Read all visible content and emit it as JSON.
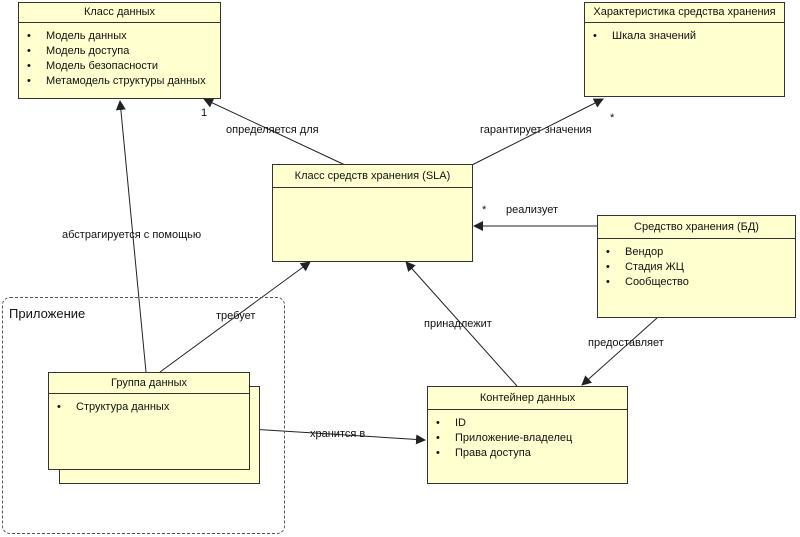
{
  "frame": {
    "title": "Приложение"
  },
  "classes": {
    "data_class": {
      "title": "Класс данных",
      "items": [
        "Модель данных",
        "Модель доступа",
        "Модель  безопасности",
        "Метамодель структуры данных"
      ]
    },
    "storage_char": {
      "title": "Характеристика средства хранения",
      "items": [
        "Шкала значений"
      ]
    },
    "sla_class": {
      "title": "Класс средств хранения (SLA)",
      "items": []
    },
    "storage_db": {
      "title": "Средство хранения (БД)",
      "items": [
        "Вендор",
        "Стадия ЖЦ",
        "Сообщество"
      ]
    },
    "data_group": {
      "title": "Группа данных",
      "items": [
        "Структура данных"
      ]
    },
    "data_container": {
      "title": "Контейнер данных",
      "items": [
        "ID",
        "Приложение-владелец",
        "Права доступа"
      ]
    }
  },
  "relations": {
    "defined_for": "определяется для",
    "guarantees": "гарантирует значения",
    "abstracted": "абстрагируется с помощью",
    "implements": "реализует",
    "requires": "требует",
    "belongs": "принадлежит",
    "provides": "предоставляет",
    "stored_in": "хранится в"
  },
  "multiplicities": {
    "one": "1",
    "many_top": "*",
    "many_sla": "*"
  }
}
